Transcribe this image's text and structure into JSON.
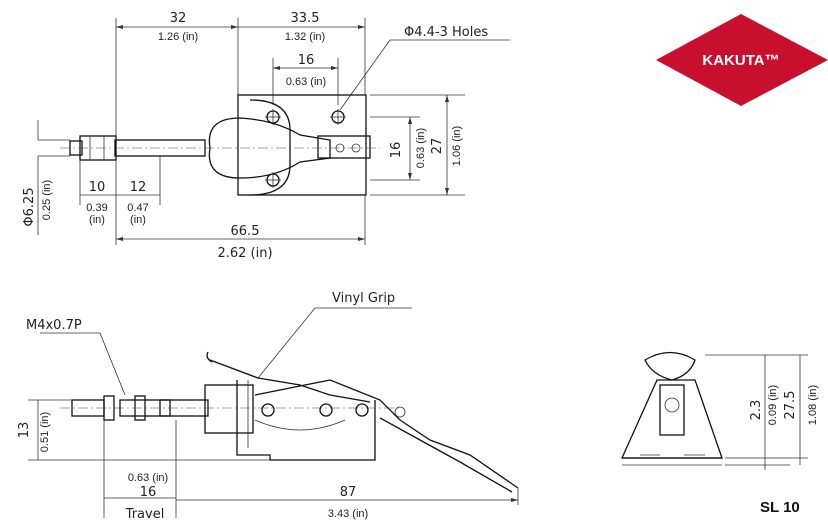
{
  "logo": {
    "brand": "KAKUTA™",
    "color": "#c8102e"
  },
  "model": "SL 10",
  "top_view": {
    "dim_32": "32",
    "dim_32_in": "1.26 (in)",
    "dim_33_5": "33.5",
    "dim_33_5_in": "1.32 (in)",
    "dim_16": "16",
    "dim_16_in": "0.63 (in)",
    "holes": "Φ4.4-3 Holes",
    "dim_v16": "16",
    "dim_v16_in": "0.63 (in)",
    "dim_27": "27",
    "dim_27_in": "1.06 (in)",
    "dim_dia": "Φ6.25",
    "dim_dia_in": "0.25 (in)",
    "dim_10": "10",
    "dim_10_in1": "0.39",
    "dim_10_in2": "(in)",
    "dim_12": "12",
    "dim_12_in1": "0.47",
    "dim_12_in2": "(in)",
    "dim_66_5": "66.5",
    "dim_66_5_in": "2.62 (in)"
  },
  "side_view": {
    "vinyl": "Vinyl Grip",
    "thread": "M4x0.7P",
    "dim_13": "13",
    "dim_13_in": "0.51 (in)",
    "travel_in": "0.63 (in)",
    "travel_mm": "16",
    "travel": "Travel",
    "dim_87": "87",
    "dim_87_in": "3.43 (in)"
  },
  "end_view": {
    "dim_2_3": "2.3",
    "dim_2_3_in": "0.09 (in)",
    "dim_27_5": "27.5",
    "dim_27_5_in": "1.08 (in)"
  }
}
